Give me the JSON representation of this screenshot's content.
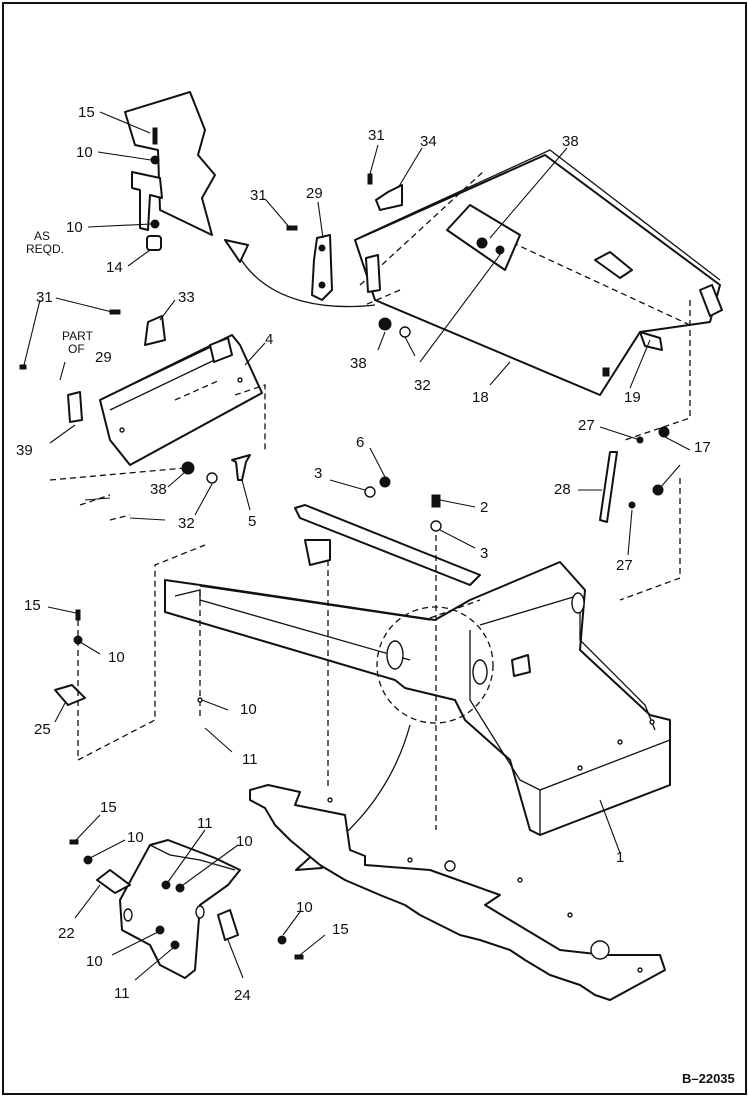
{
  "labels": [
    {
      "text": "15"
    },
    {
      "text": "10"
    },
    {
      "text": "10"
    },
    {
      "text": "14"
    },
    {
      "text": "31"
    },
    {
      "text": "34"
    },
    {
      "text": "38"
    },
    {
      "text": "31"
    },
    {
      "text": "29"
    },
    {
      "text": "31"
    },
    {
      "text": "33"
    },
    {
      "text": "29"
    },
    {
      "text": "39"
    },
    {
      "text": "4"
    },
    {
      "text": "38"
    },
    {
      "text": "32"
    },
    {
      "text": "18"
    },
    {
      "text": "19"
    },
    {
      "text": "6"
    },
    {
      "text": "3"
    },
    {
      "text": "2"
    },
    {
      "text": "3"
    },
    {
      "text": "38"
    },
    {
      "text": "32"
    },
    {
      "text": "5"
    },
    {
      "text": "27"
    },
    {
      "text": "17"
    },
    {
      "text": "28"
    },
    {
      "text": "27"
    },
    {
      "text": "15"
    },
    {
      "text": "10"
    },
    {
      "text": "25"
    },
    {
      "text": "10"
    },
    {
      "text": "11"
    },
    {
      "text": "1"
    },
    {
      "text": "15"
    },
    {
      "text": "10"
    },
    {
      "text": "11"
    },
    {
      "text": "10"
    },
    {
      "text": "22"
    },
    {
      "text": "10"
    },
    {
      "text": "11"
    },
    {
      "text": "24"
    },
    {
      "text": "10"
    },
    {
      "text": "15"
    }
  ],
  "notes": {
    "as_reqd_1": "AS",
    "as_reqd_2": "REQD.",
    "part_of_1": "PART",
    "part_of_2": "OF"
  },
  "figure_ref": "B–22035"
}
